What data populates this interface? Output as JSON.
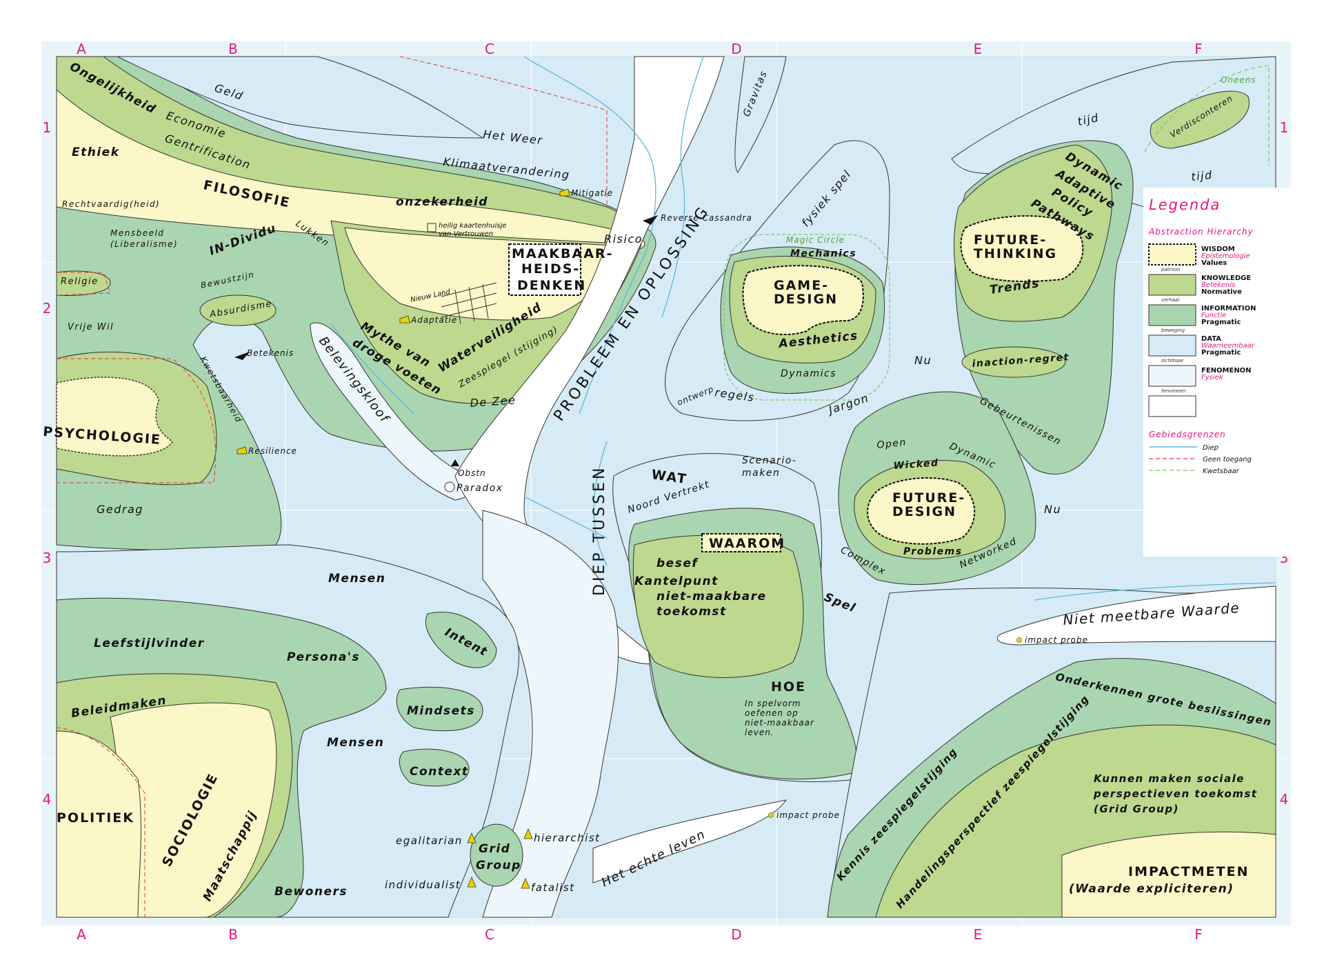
{
  "map": {
    "grid": {
      "columns": [
        "A",
        "B",
        "C",
        "D",
        "E",
        "F"
      ],
      "rows": [
        "1",
        "2",
        "3",
        "4"
      ]
    },
    "colors": {
      "wisdom": "#fbf7c8",
      "knowledge": "#bdd88f",
      "information": "#a9d5b0",
      "data": "#d4eaf5",
      "fenomenon": "#edf6fa",
      "ink": "#111111",
      "accent": "#e0187a",
      "deep_line": "#5bb8dc",
      "no_access": "#e03a3a",
      "vulnerable": "#7cc56b"
    },
    "labels": {
      "ongelijkheid": "Ongelijkheid",
      "geld": "Geld",
      "economie": "Economie",
      "gentrification": "Gentrification",
      "ethiek": "Ethiek",
      "filosofie": "FILOSOFIE",
      "rechtvaardig": "Rechtvaardig(heid)",
      "mensbeeld": "Mensbeeld",
      "liberalisme": "(Liberalisme)",
      "in_dividu": "IN-Dividu",
      "lukken": "Lukken",
      "religie": "Religie",
      "bewustzijn": "Bewustzijn",
      "absurdisme": "Absurdisme",
      "vrije_wil": "Vrije Wil",
      "betekenis": "Betekenis",
      "kwetsbaarheid": "Kwetsbaarheid",
      "psychologie": "PSYCHOLOGIE",
      "resilience": "Resilience",
      "gedrag": "Gedrag",
      "het_weer": "Het Weer",
      "klimaatverandering": "Klimaatverandering",
      "mitigatie": "Mitigatie",
      "onzekerheid": "onzekerheid",
      "kaartenhuisje_1": "heilig kaartenhuisje",
      "kaartenhuisje_2": "van Vertrouwen",
      "risico": "Risico",
      "reverse_cassandra": "Reverse Cassandra",
      "maakbaar_1": "MAAKBAAR-",
      "maakbaar_2": "HEIDS-",
      "maakbaar_3": "DENKEN",
      "nieuw_land": "Nieuw Land",
      "adaptatie": "Adaptatie",
      "mythe_1": "Mythe van",
      "mythe_2": "droge voeten",
      "waterveiligheid": "Waterveiligheid",
      "zeespiegel": "Zeespiegel (stijging)",
      "de_zee": "De Zee",
      "belevingskloof": "Belevingskloof",
      "obstn": "Obstn",
      "paradox": "Paradox",
      "probleem_en_oplossing": "PROBLEEM EN OPLOSSING",
      "diep_tussen": "DIEP TUSSEN",
      "gravitas": "Gravitas",
      "fysiek_spel": "fysiek spel",
      "magic_circle": "Magic Circle",
      "mechanics": "Mechanics",
      "game_design_1": "GAME-",
      "game_design_2": "DESIGN",
      "aesthetics": "Aesthetics",
      "dynamics": "Dynamics",
      "ontwerp": "ontwerp",
      "regels": "regels",
      "jargon": "Jargon",
      "tijd_1": "tijd",
      "tijd_2": "tijd",
      "oneens": "Oneens",
      "verdisconteren": "Verdisconteren",
      "dapp_1": "Dynamic",
      "dapp_2": "Adaptive",
      "dapp_3": "Policy",
      "dapp_4": "Pathways",
      "future_thinking_1": "FUTURE-",
      "future_thinking_2": "THINKING",
      "trends": "Trends",
      "nu_1": "Nu",
      "nu_2": "Nu",
      "inaction_regret": "inaction-regret",
      "gebeurtenissen": "Gebeurtenissen",
      "open": "Open",
      "dynamic": "Dynamic",
      "wicked": "Wicked",
      "future_design_1": "FUTURE-",
      "future_design_2": "DESIGN",
      "problems": "Problems",
      "complex": "Complex",
      "networked": "Networked",
      "wat": "WAT",
      "noord_vertrekt": "Noord Vertrekt",
      "scenario_1": "Scenario-",
      "scenario_2": "maken",
      "waarom": "WAAROM",
      "besef": "besef",
      "kantelpunt": "Kantelpunt",
      "niet_maakbare": "niet-maakbare",
      "toekomst": "toekomst",
      "spel": "Spel",
      "hoe": "HOE",
      "hoe_desc_1": "In spelvorm",
      "hoe_desc_2": "oefenen op",
      "hoe_desc_3": "niet-maakbaar",
      "hoe_desc_4": "leven.",
      "niet_meetbare": "Niet meetbare Waarde",
      "impact_probe_1": "impact probe",
      "impact_probe_2": "impact probe",
      "mensen_1": "Mensen",
      "mensen_2": "Mensen",
      "leefstijlvinder": "Leefstijlvinder",
      "personas": "Persona's",
      "intent": "Intent",
      "mindsets": "Mindsets",
      "context": "Context",
      "beleidmaken": "Beleidmaken",
      "sociologie": "SOCIOLOGIE",
      "maatschappij": "Maatschappij",
      "bewoners": "Bewoners",
      "politiek": "POLITIEK",
      "egalitarian": "egalitarian",
      "hierarchist": "hierarchist",
      "individualist": "individualist",
      "fatalist": "fatalist",
      "grid_1": "Grid",
      "grid_2": "Group",
      "het_echte_leven": "Het echte leven",
      "onderkennen": "Onderkennen grote beslissingen",
      "kennis": "Kennis zeespiegelstijging",
      "handelingsperspectief": "Handelingsperspectief zeespiegelstijging",
      "kunnen_1": "Kunnen maken sociale",
      "kunnen_2": "perspectieven toekomst",
      "kunnen_3": "(Grid Group)",
      "impactmeten": "IMPACTMETEN",
      "waarde_expl": "(Waarde expliciteren)"
    },
    "legend": {
      "title": "Legenda",
      "hierarchy_title": "Abstraction Hierarchy",
      "levels": [
        {
          "name": "WISDOM",
          "sub": "Epistemologie",
          "value": "Values",
          "link": "patroon"
        },
        {
          "name": "KNOWLEDGE",
          "sub": "Betekenis",
          "value": "Normative",
          "link": "verhaal"
        },
        {
          "name": "INFORMATION",
          "sub": "Functie",
          "value": "Pragmatic",
          "link": "beweging"
        },
        {
          "name": "DATA",
          "sub": "Waarneembaar",
          "value": "Pragmatic",
          "link": "zichtbaar"
        },
        {
          "name": "FENOMENON",
          "sub": "Fysiek",
          "value": "",
          "link": "fenomeen"
        }
      ],
      "borders_title": "Gebiedsgrenzen",
      "borders": [
        {
          "label": "Diep"
        },
        {
          "label": "Geen toegang"
        },
        {
          "label": "Kwetsbaar"
        }
      ]
    }
  }
}
